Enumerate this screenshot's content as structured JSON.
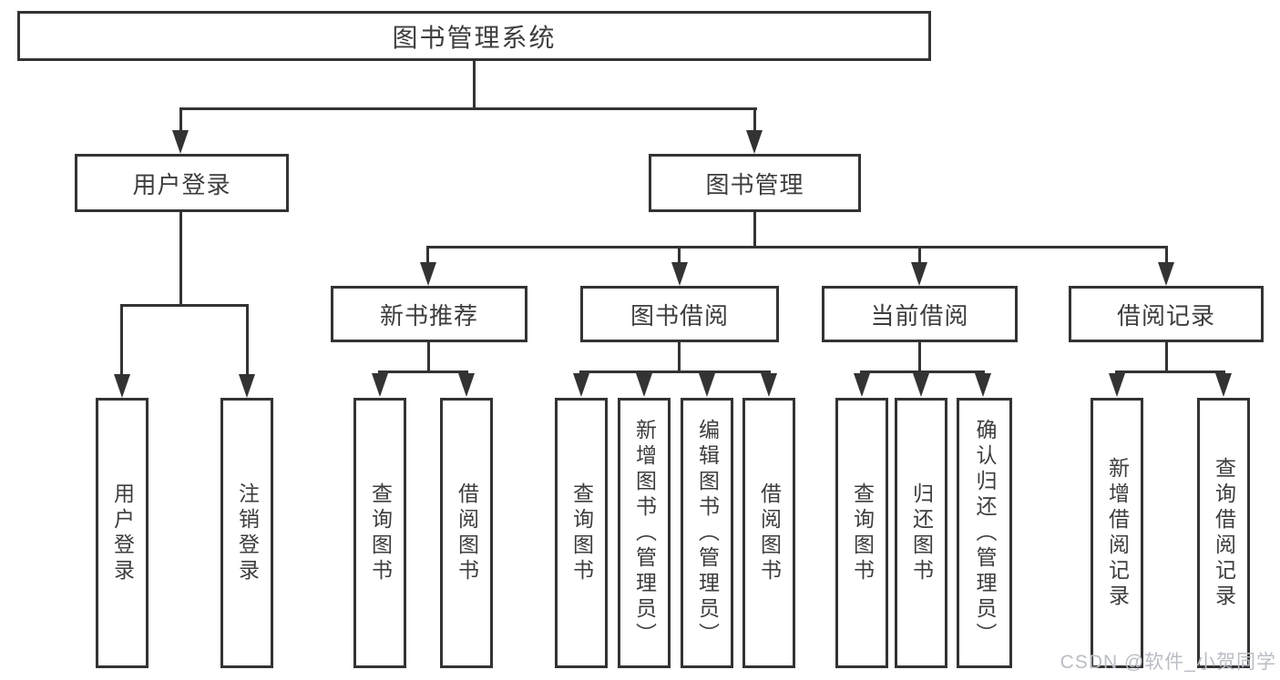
{
  "diagram": {
    "title": "图书管理系统",
    "root": "图书管理系统",
    "user_login_branch": {
      "label": "用户登录",
      "children": [
        "用户登录",
        "注销登录"
      ]
    },
    "book_mgmt_branch": {
      "label": "图书管理",
      "groups": [
        {
          "label": "新书推荐",
          "children": [
            "查询图书",
            "借阅图书"
          ]
        },
        {
          "label": "图书借阅",
          "children": [
            "查询图书",
            "新增图书（管理员）",
            "编辑图书（管理员）",
            "借阅图书"
          ]
        },
        {
          "label": "当前借阅",
          "children": [
            "查询图书",
            "归还图书",
            "确认归还（管理员）"
          ]
        },
        {
          "label": "借阅记录",
          "children": [
            "新增借阅记录",
            "查询借阅记录"
          ]
        }
      ]
    },
    "watermark": "CSDN @软件_小贺同学",
    "colors": {
      "line": "#333333",
      "text": "#3d3d3d",
      "background": "#ffffff",
      "watermark": "#b9bdc4"
    }
  }
}
